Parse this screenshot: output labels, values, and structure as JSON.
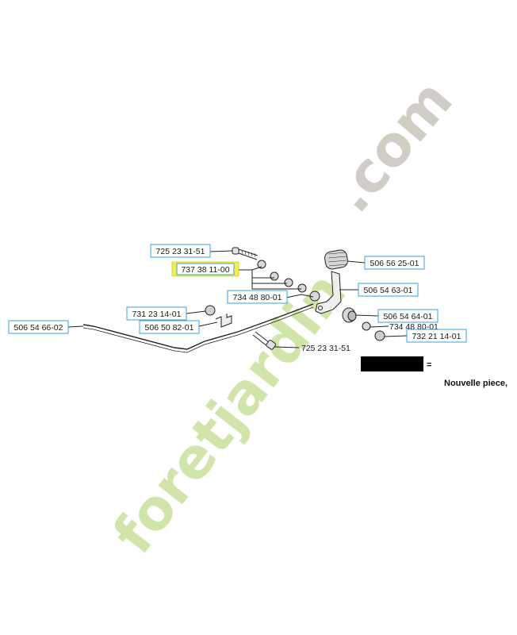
{
  "colors": {
    "label_border": "#3aa0d8",
    "highlight": "#f4ee4a",
    "line": "#222222",
    "legend_box": "#000000",
    "watermark_green": "#c9e09a",
    "watermark_gray": "#c8c4bc"
  },
  "parts": {
    "p1": "725 23 31-51",
    "p2": "737 38 11-00",
    "p3": "734 48 80-01",
    "p4": "731 23 14-01",
    "p5": "506 50 82-01",
    "p6": "506 54 66-02",
    "p7": "725 23 31-51",
    "p8": "506 56 25-01",
    "p9": "506 54 63-01",
    "p10": "506 54 64-01",
    "p11": "734 48 80-01",
    "p12": "732 21 14-01"
  },
  "legend": {
    "equals": "=",
    "text": "Nouvelle piece,"
  },
  "watermark": {
    "main": "foretjardin",
    "suffix": ".com"
  }
}
